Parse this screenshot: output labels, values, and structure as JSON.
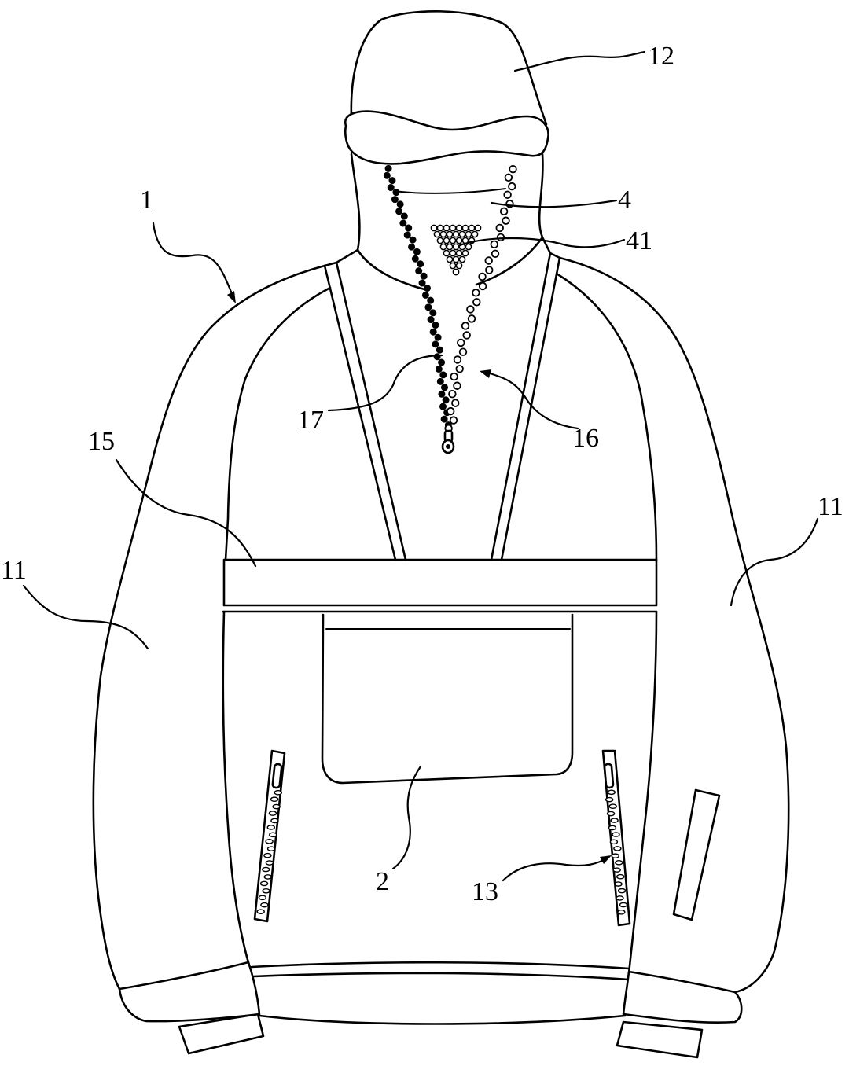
{
  "reference_numerals": [
    "12",
    "1",
    "4",
    "41",
    "17",
    "16",
    "15",
    "11",
    "11",
    "2",
    "13"
  ],
  "colors": {
    "line": "#000000",
    "background": "#ffffff"
  }
}
